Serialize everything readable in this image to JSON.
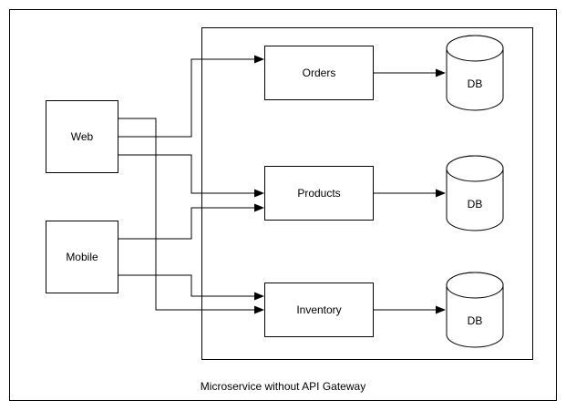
{
  "page": {
    "caption": "Microservice without API Gateway",
    "colors": {
      "stroke": "#000000",
      "background": "#ffffff",
      "text": "#000000"
    }
  },
  "nodes": {
    "web": {
      "label": "Web"
    },
    "mobile": {
      "label": "Mobile"
    },
    "orders": {
      "label": "Orders"
    },
    "products": {
      "label": "Products"
    },
    "inventory": {
      "label": "Inventory"
    },
    "orders_db": {
      "label": "DB"
    },
    "products_db": {
      "label": "DB"
    },
    "inventory_db": {
      "label": "DB"
    }
  },
  "edges": [
    {
      "from": "Web",
      "to": "Orders"
    },
    {
      "from": "Web",
      "to": "Products"
    },
    {
      "from": "Web",
      "to": "Inventory"
    },
    {
      "from": "Mobile",
      "to": "Products"
    },
    {
      "from": "Mobile",
      "to": "Inventory"
    },
    {
      "from": "Orders",
      "to": "DB"
    },
    {
      "from": "Products",
      "to": "DB"
    },
    {
      "from": "Inventory",
      "to": "DB"
    }
  ]
}
